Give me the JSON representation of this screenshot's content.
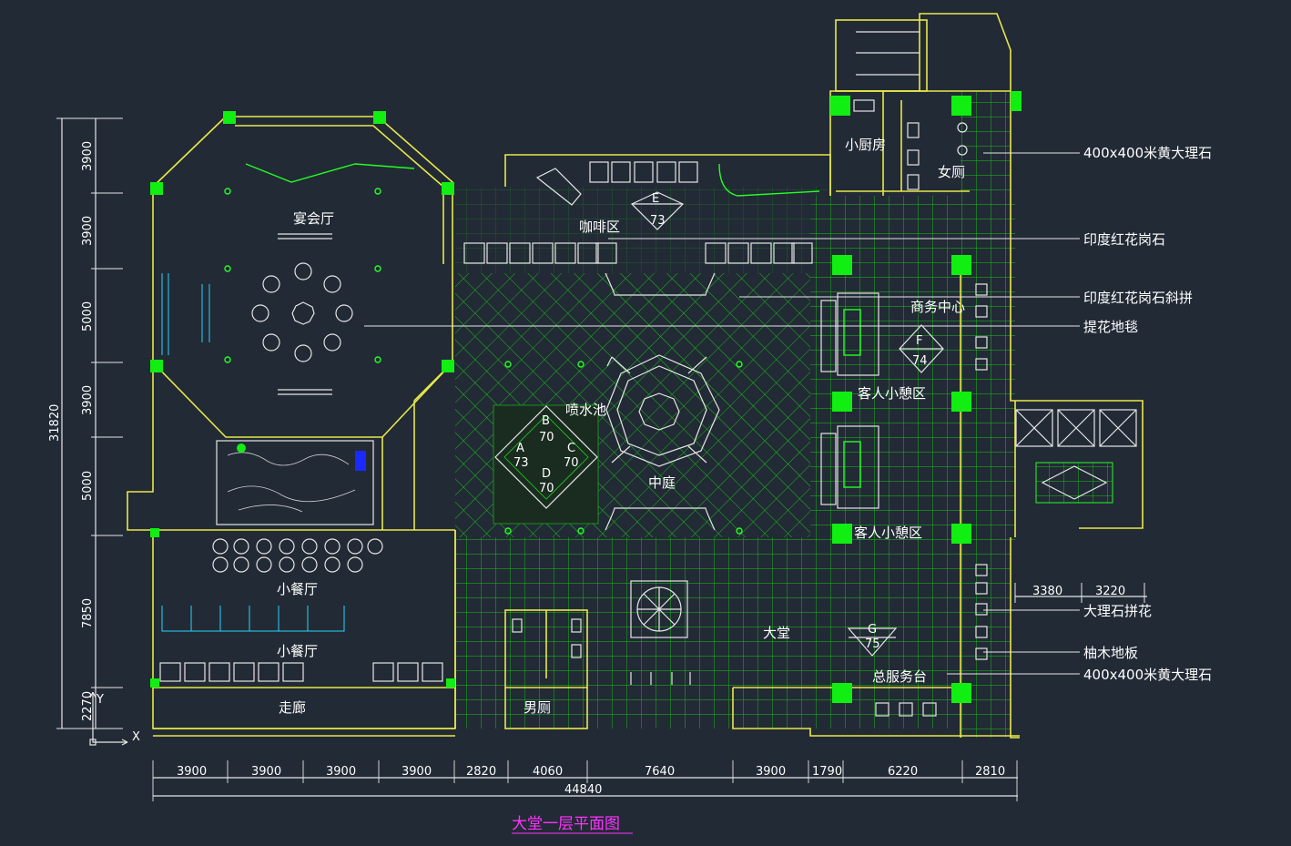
{
  "drawing": {
    "title": "大堂一层平面图",
    "rooms": {
      "banquet_hall": "宴会厅",
      "cafe": "咖啡区",
      "fountain": "喷水池",
      "atrium": "中庭",
      "small_kitchen": "小厨房",
      "womens_wc": "女厕",
      "business_center": "商务中心",
      "guest_lounge_1": "客人小憩区",
      "guest_lounge_2": "客人小憩区",
      "small_dining_1": "小餐厅",
      "small_dining_2": "小餐厅",
      "corridor": "走廊",
      "mens_wc": "男厕",
      "lobby": "大堂",
      "front_desk": "总服务台"
    },
    "section_marks": [
      {
        "letter": "E",
        "num": "73"
      },
      {
        "letter": "F",
        "num": "74"
      },
      {
        "letter": "G",
        "num": "75"
      }
    ],
    "fountain_marks": [
      {
        "letter": "B",
        "num": "70"
      },
      {
        "letter": "A",
        "num": "73"
      },
      {
        "letter": "C",
        "num": "70"
      },
      {
        "letter": "D",
        "num": "70"
      }
    ],
    "callouts": [
      "400x400米黄大理石",
      "印度红花岗石",
      "印度红花岗石斜拼",
      "提花地毯",
      "大理石拼花",
      "柚木地板",
      "400x400米黄大理石"
    ],
    "left_dims": [
      "3900",
      "3900",
      "5000",
      "3900",
      "5000",
      "7850",
      "2270"
    ],
    "left_total": "31820",
    "bottom_dims": [
      "3900",
      "3900",
      "3900",
      "3900",
      "2820",
      "4060",
      "7640",
      "3900",
      "1790",
      "6220",
      "2810"
    ],
    "bottom_total": "44840",
    "right_dims": [
      "3380",
      "3220"
    ],
    "ucs_labels": {
      "x": "X",
      "y": "Y"
    }
  },
  "colors": {
    "background": "#222a35",
    "wall": "#e8e84a",
    "fixture": "#22ff22",
    "detail": "#28d4ff",
    "title": "#ff33ff"
  }
}
